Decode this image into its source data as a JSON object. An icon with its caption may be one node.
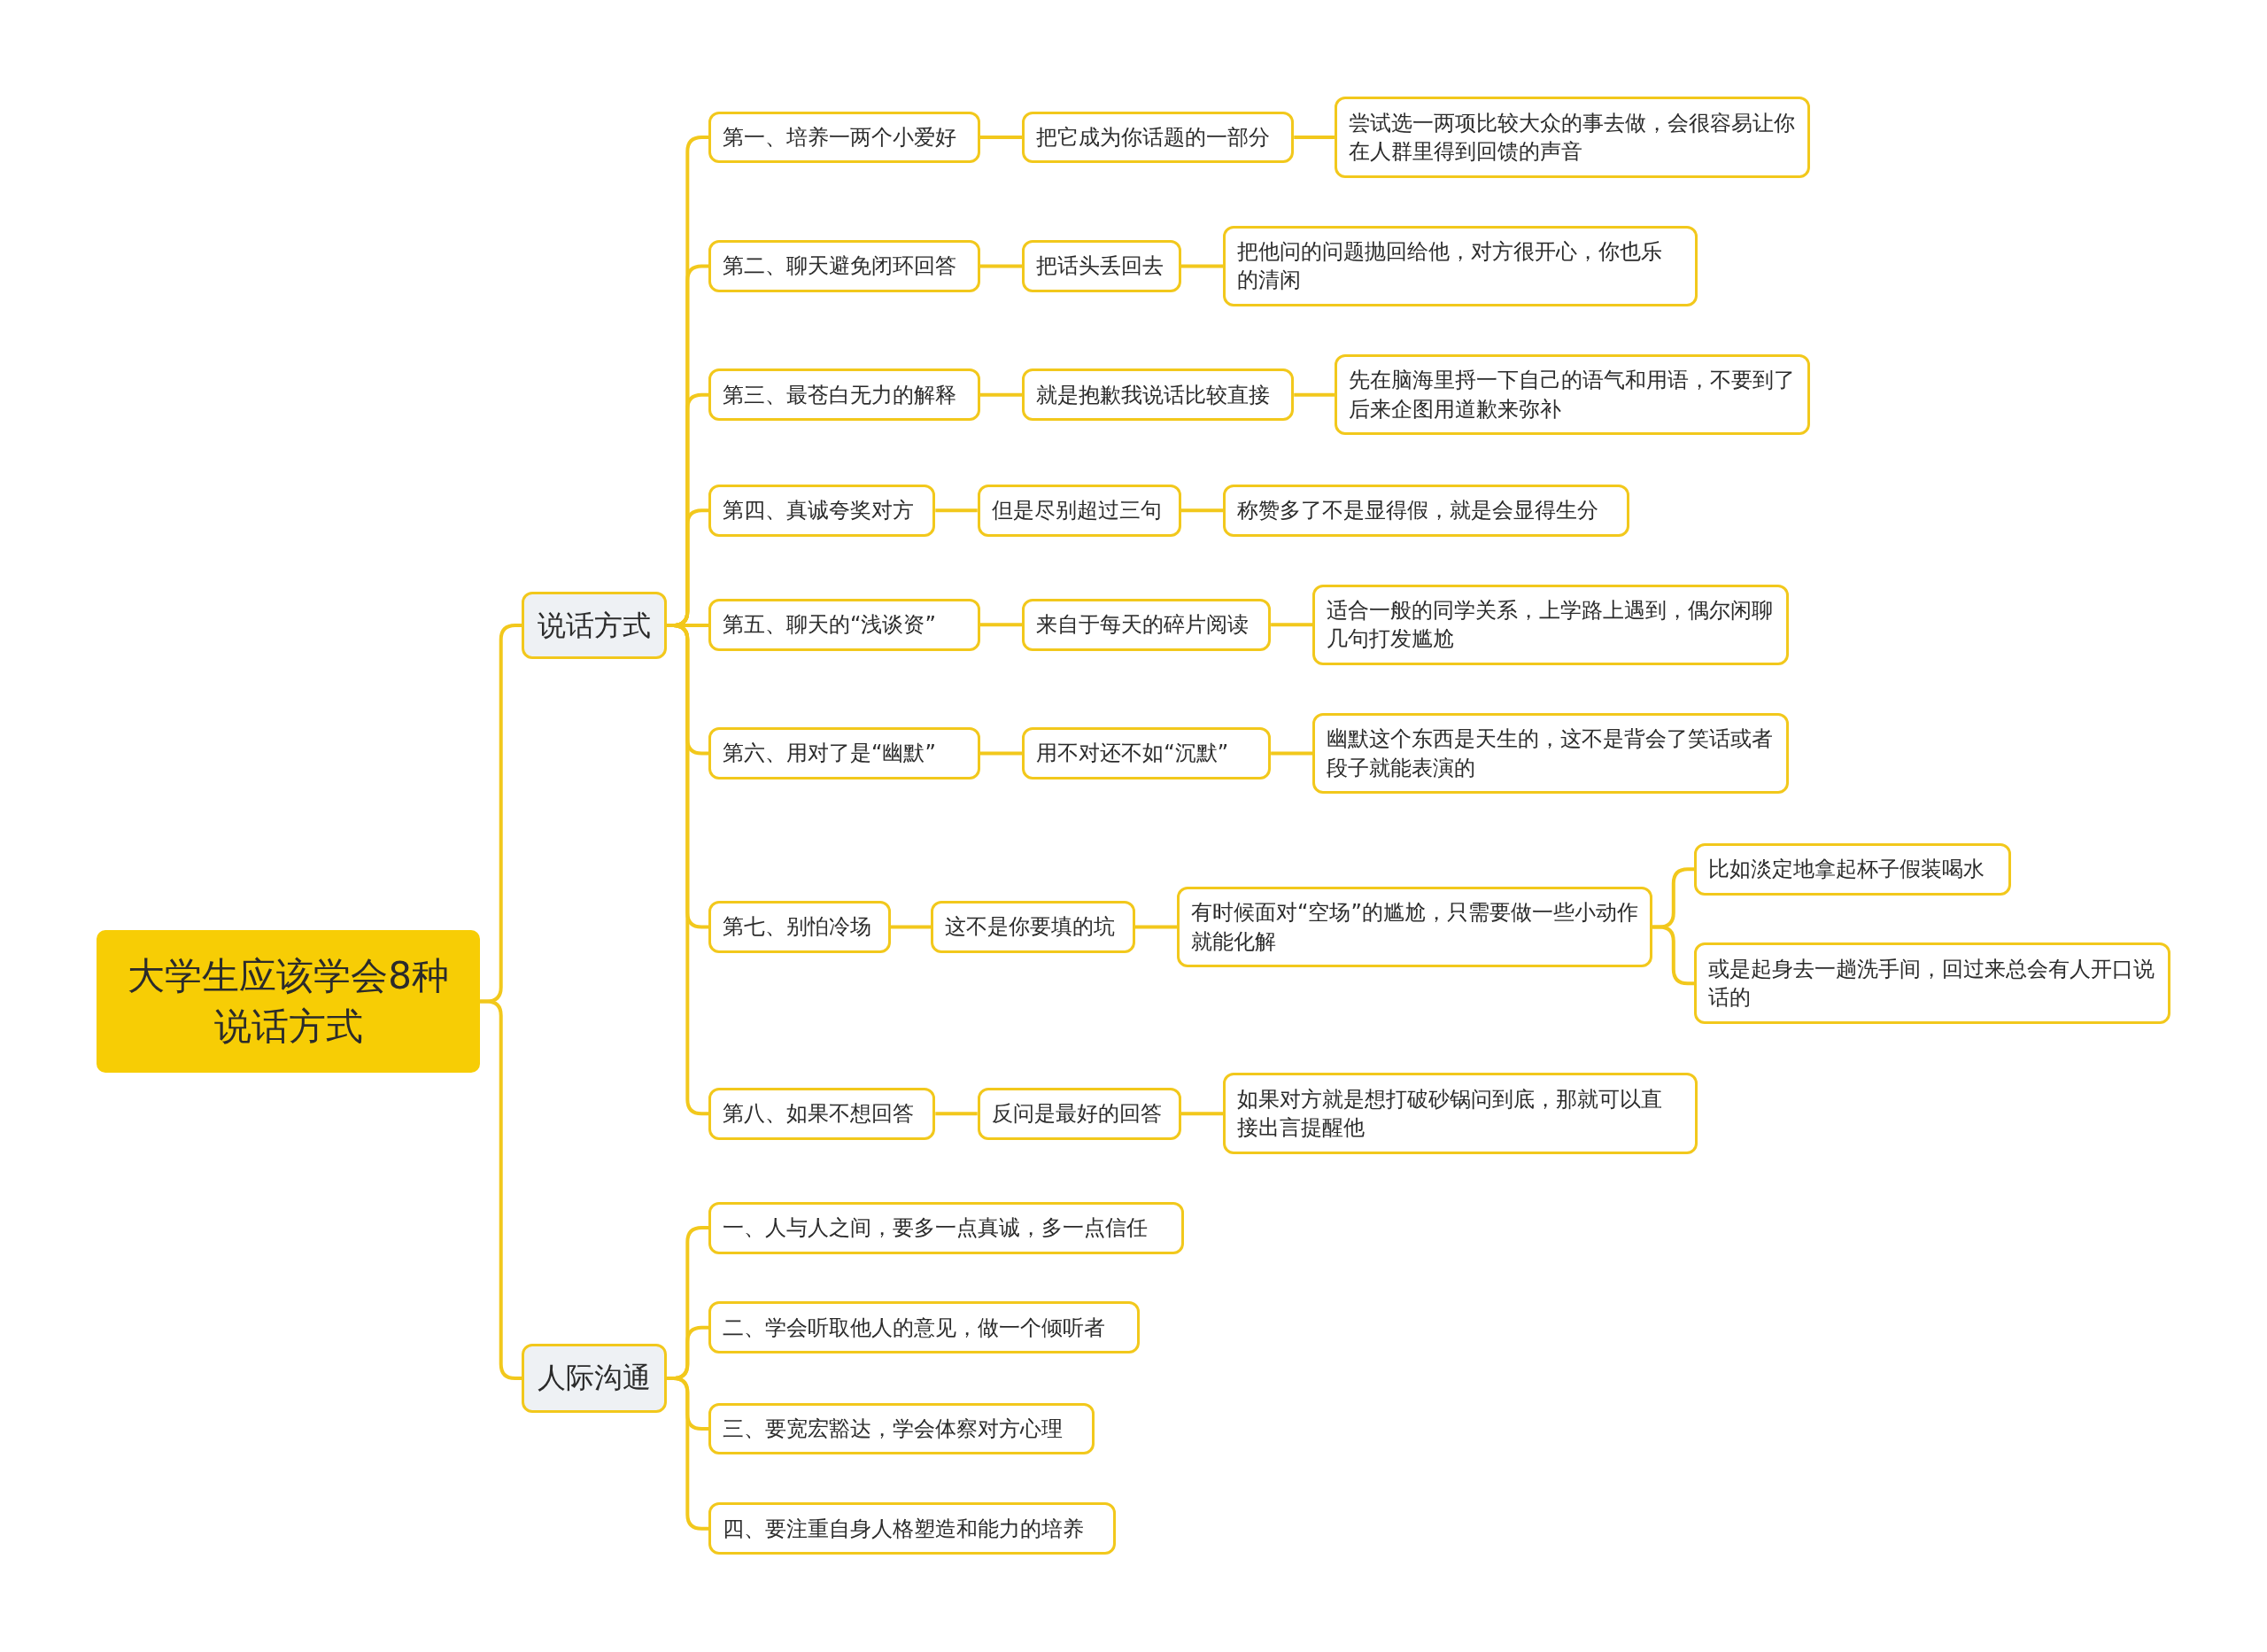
{
  "diagram": {
    "nodes": [
      {
        "text": [
          "大学生应该学会8种说话方式"
        ]
      },
      {
        "text": [
          "说话方式"
        ]
      },
      {
        "text": [
          "第一、培养一两个小爱好"
        ]
      },
      {
        "text": [
          "把它成为你话题的一部分"
        ]
      },
      {
        "text": [
          "尝试选一两项比较大众的事去做，会很容易让你在人群里得到回馈的声音"
        ]
      },
      {
        "text": [
          "第二、聊天避免闭环回答"
        ]
      },
      {
        "text": [
          "把话头丢回去"
        ]
      },
      {
        "text": [
          "把他问的问题抛回给他，对方很开心，你也乐的清闲"
        ]
      },
      {
        "text": [
          "第三、最苍白无力的解释"
        ]
      },
      {
        "text": [
          "就是抱歉我说话比较直接"
        ]
      },
      {
        "text": [
          "先在脑海里捋一下自己的语气和用语，不要到了后来企图用道歉来弥补"
        ]
      },
      {
        "text": [
          "第四、真诚夸奖对方"
        ]
      },
      {
        "text": [
          "但是尽别超过三句"
        ]
      },
      {
        "text": [
          "称赞多了不是显得假，就是会显得生分"
        ]
      },
      {
        "text": [
          "第五、聊天的“浅谈资”"
        ]
      },
      {
        "text": [
          "来自于每天的碎片阅读"
        ]
      },
      {
        "text": [
          "适合一般的同学关系，上学路上遇到，偶尔闲聊几句打发尴尬"
        ]
      },
      {
        "text": [
          "第六、用对了是“幽默”"
        ]
      },
      {
        "text": [
          "用不对还不如“沉默”"
        ]
      },
      {
        "text": [
          "幽默这个东西是天生的，这不是背会了笑话或者段子就能表演的"
        ]
      },
      {
        "text": [
          "第七、别怕冷场"
        ]
      },
      {
        "text": [
          "这不是你要填的坑"
        ]
      },
      {
        "text": [
          "有时候面对“空场”的尴尬，只需要做一些小动作就能化解"
        ]
      },
      {
        "text": [
          "比如淡定地拿起杯子假装喝水"
        ]
      },
      {
        "text": [
          "或是起身去一趟洗手间，回过来总会有人开口说话的"
        ]
      },
      {
        "text": [
          "第八、如果不想回答"
        ]
      },
      {
        "text": [
          "反问是最好的回答"
        ]
      },
      {
        "text": [
          "如果对方就是想打破砂锅问到底，那就可以直接出言提醒他"
        ]
      },
      {
        "text": [
          "人际沟通"
        ]
      },
      {
        "text": [
          "一、人与人之间，要多一点真诚，多一点信任"
        ]
      },
      {
        "text": [
          "二、学会听取他人的意见，做一个倾听者"
        ]
      },
      {
        "text": [
          "三、要宽宏豁达，学会体察对方心理"
        ]
      },
      {
        "text": [
          "四、要注重自身人格塑造和能力的培养"
        ]
      }
    ],
    "edges": [
      {
        "from": 0,
        "to": 1,
        "arrow": "none"
      },
      {
        "from": 0,
        "to": 28,
        "arrow": "none"
      },
      {
        "from": 1,
        "to": 2,
        "arrow": "none"
      },
      {
        "from": 1,
        "to": 5,
        "arrow": "none"
      },
      {
        "from": 1,
        "to": 8,
        "arrow": "none"
      },
      {
        "from": 1,
        "to": 11,
        "arrow": "none"
      },
      {
        "from": 1,
        "to": 14,
        "arrow": "none"
      },
      {
        "from": 1,
        "to": 17,
        "arrow": "none"
      },
      {
        "from": 1,
        "to": 20,
        "arrow": "none"
      },
      {
        "from": 1,
        "to": 25,
        "arrow": "none"
      },
      {
        "from": 2,
        "to": 3,
        "arrow": "none"
      },
      {
        "from": 3,
        "to": 4,
        "arrow": "none"
      },
      {
        "from": 5,
        "to": 6,
        "arrow": "none"
      },
      {
        "from": 6,
        "to": 7,
        "arrow": "none"
      },
      {
        "from": 8,
        "to": 9,
        "arrow": "none"
      },
      {
        "from": 9,
        "to": 10,
        "arrow": "none"
      },
      {
        "from": 11,
        "to": 12,
        "arrow": "none"
      },
      {
        "from": 12,
        "to": 13,
        "arrow": "none"
      },
      {
        "from": 14,
        "to": 15,
        "arrow": "none"
      },
      {
        "from": 15,
        "to": 16,
        "arrow": "none"
      },
      {
        "from": 17,
        "to": 18,
        "arrow": "none"
      },
      {
        "from": 18,
        "to": 19,
        "arrow": "none"
      },
      {
        "from": 20,
        "to": 21,
        "arrow": "none"
      },
      {
        "from": 21,
        "to": 22,
        "arrow": "none"
      },
      {
        "from": 22,
        "to": 23,
        "arrow": "none"
      },
      {
        "from": 22,
        "to": 24,
        "arrow": "none"
      },
      {
        "from": 25,
        "to": 26,
        "arrow": "none"
      },
      {
        "from": 26,
        "to": 27,
        "arrow": "none"
      },
      {
        "from": 28,
        "to": 29,
        "arrow": "none"
      },
      {
        "from": 28,
        "to": 30,
        "arrow": "none"
      },
      {
        "from": 28,
        "to": 31,
        "arrow": "none"
      },
      {
        "from": 28,
        "to": 32,
        "arrow": "none"
      }
    ]
  }
}
